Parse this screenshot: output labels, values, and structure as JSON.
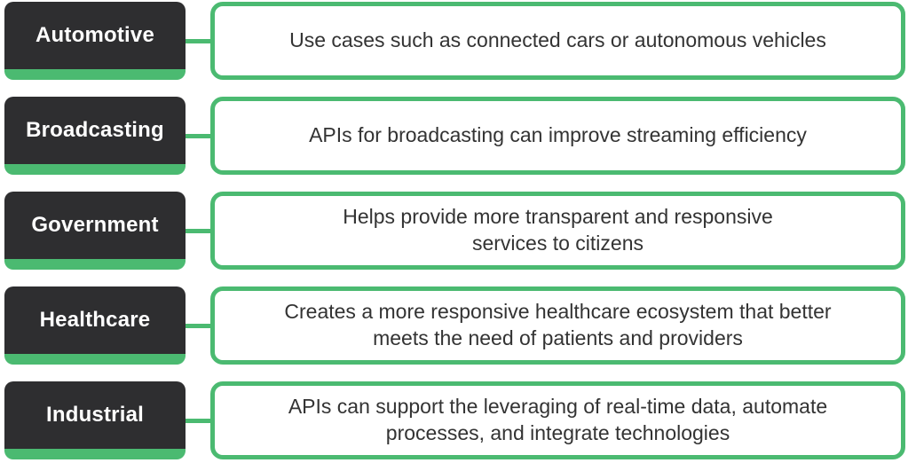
{
  "palette": {
    "green": "#4BBA71",
    "dark": "#2E2E30",
    "box_bg": "#FFFFFF",
    "text_dark": "#333333",
    "label_text": "#FFFFFF",
    "page_bg": "#FFFFFF"
  },
  "rows": [
    {
      "label": "Automotive",
      "description": "Use cases such as connected cars or autonomous vehicles"
    },
    {
      "label": "Broadcasting",
      "description": "APIs for broadcasting can improve streaming efficiency"
    },
    {
      "label": "Government",
      "description": "Helps provide more transparent and responsive\nservices to citizens"
    },
    {
      "label": "Healthcare",
      "description": "Creates a more responsive healthcare ecosystem that better\nmeets the need of patients and providers"
    },
    {
      "label": "Industrial",
      "description": "APIs can support the leveraging of real-time data, automate\nprocesses, and integrate technologies"
    }
  ]
}
